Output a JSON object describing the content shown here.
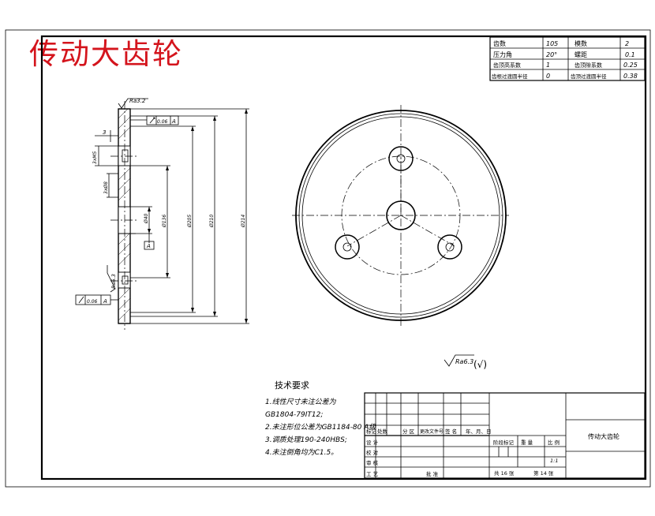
{
  "title": "传动大齿轮",
  "gear_params": [
    {
      "label": "齿数",
      "value": "105",
      "label2": "模数",
      "value2": "2"
    },
    {
      "label": "压力角",
      "value": "20°",
      "label2": "螺距",
      "value2": "0.1"
    },
    {
      "label": "齿顶高系数",
      "value": "1",
      "label2": "齿顶隙系数",
      "value2": "0.25"
    },
    {
      "label": "齿根过渡圆半径",
      "value": "0",
      "label2": "齿顶过渡圆半径",
      "value2": "0.38"
    }
  ],
  "section_view": {
    "roughness_top": "Ra3.2",
    "roughness_side": "Ra6.3",
    "tolerance_value": "0.06",
    "datum": "A",
    "dim_3": "3",
    "dim_keyway": "3xM5",
    "dim_bore": "3xØ8",
    "dims_vertical": [
      "Ø40",
      "Ø136",
      "Ø205",
      "Ø210",
      "Ø214"
    ]
  },
  "surface_finish_note": {
    "value": "Ra6.3",
    "suffix": "(√)"
  },
  "tech_requirements": {
    "heading": "技术要求",
    "items": [
      "1.线性尺寸未注公差为",
      "GB1804-79IT12;",
      "2.未注形位公差为GB1184-80 A级",
      "3.调质处理190-240HBS;",
      "4.未注倒角均为C1.5。"
    ]
  },
  "title_block": {
    "part_name": "传动大齿轮",
    "header_cells": [
      "标记",
      "处数",
      "分 区",
      "更改文件号",
      "签 名",
      "年、月、日"
    ],
    "rows_left": [
      "设 计",
      "校 对",
      "审 核",
      "工 艺"
    ],
    "stage_label": "阶段标记",
    "weight_label": "重 量",
    "scale_label": "比 例",
    "scale_value": "1:1",
    "approve_label": "批 准",
    "sheets_total": "共 16 张",
    "sheet_no": "第 14 张"
  }
}
